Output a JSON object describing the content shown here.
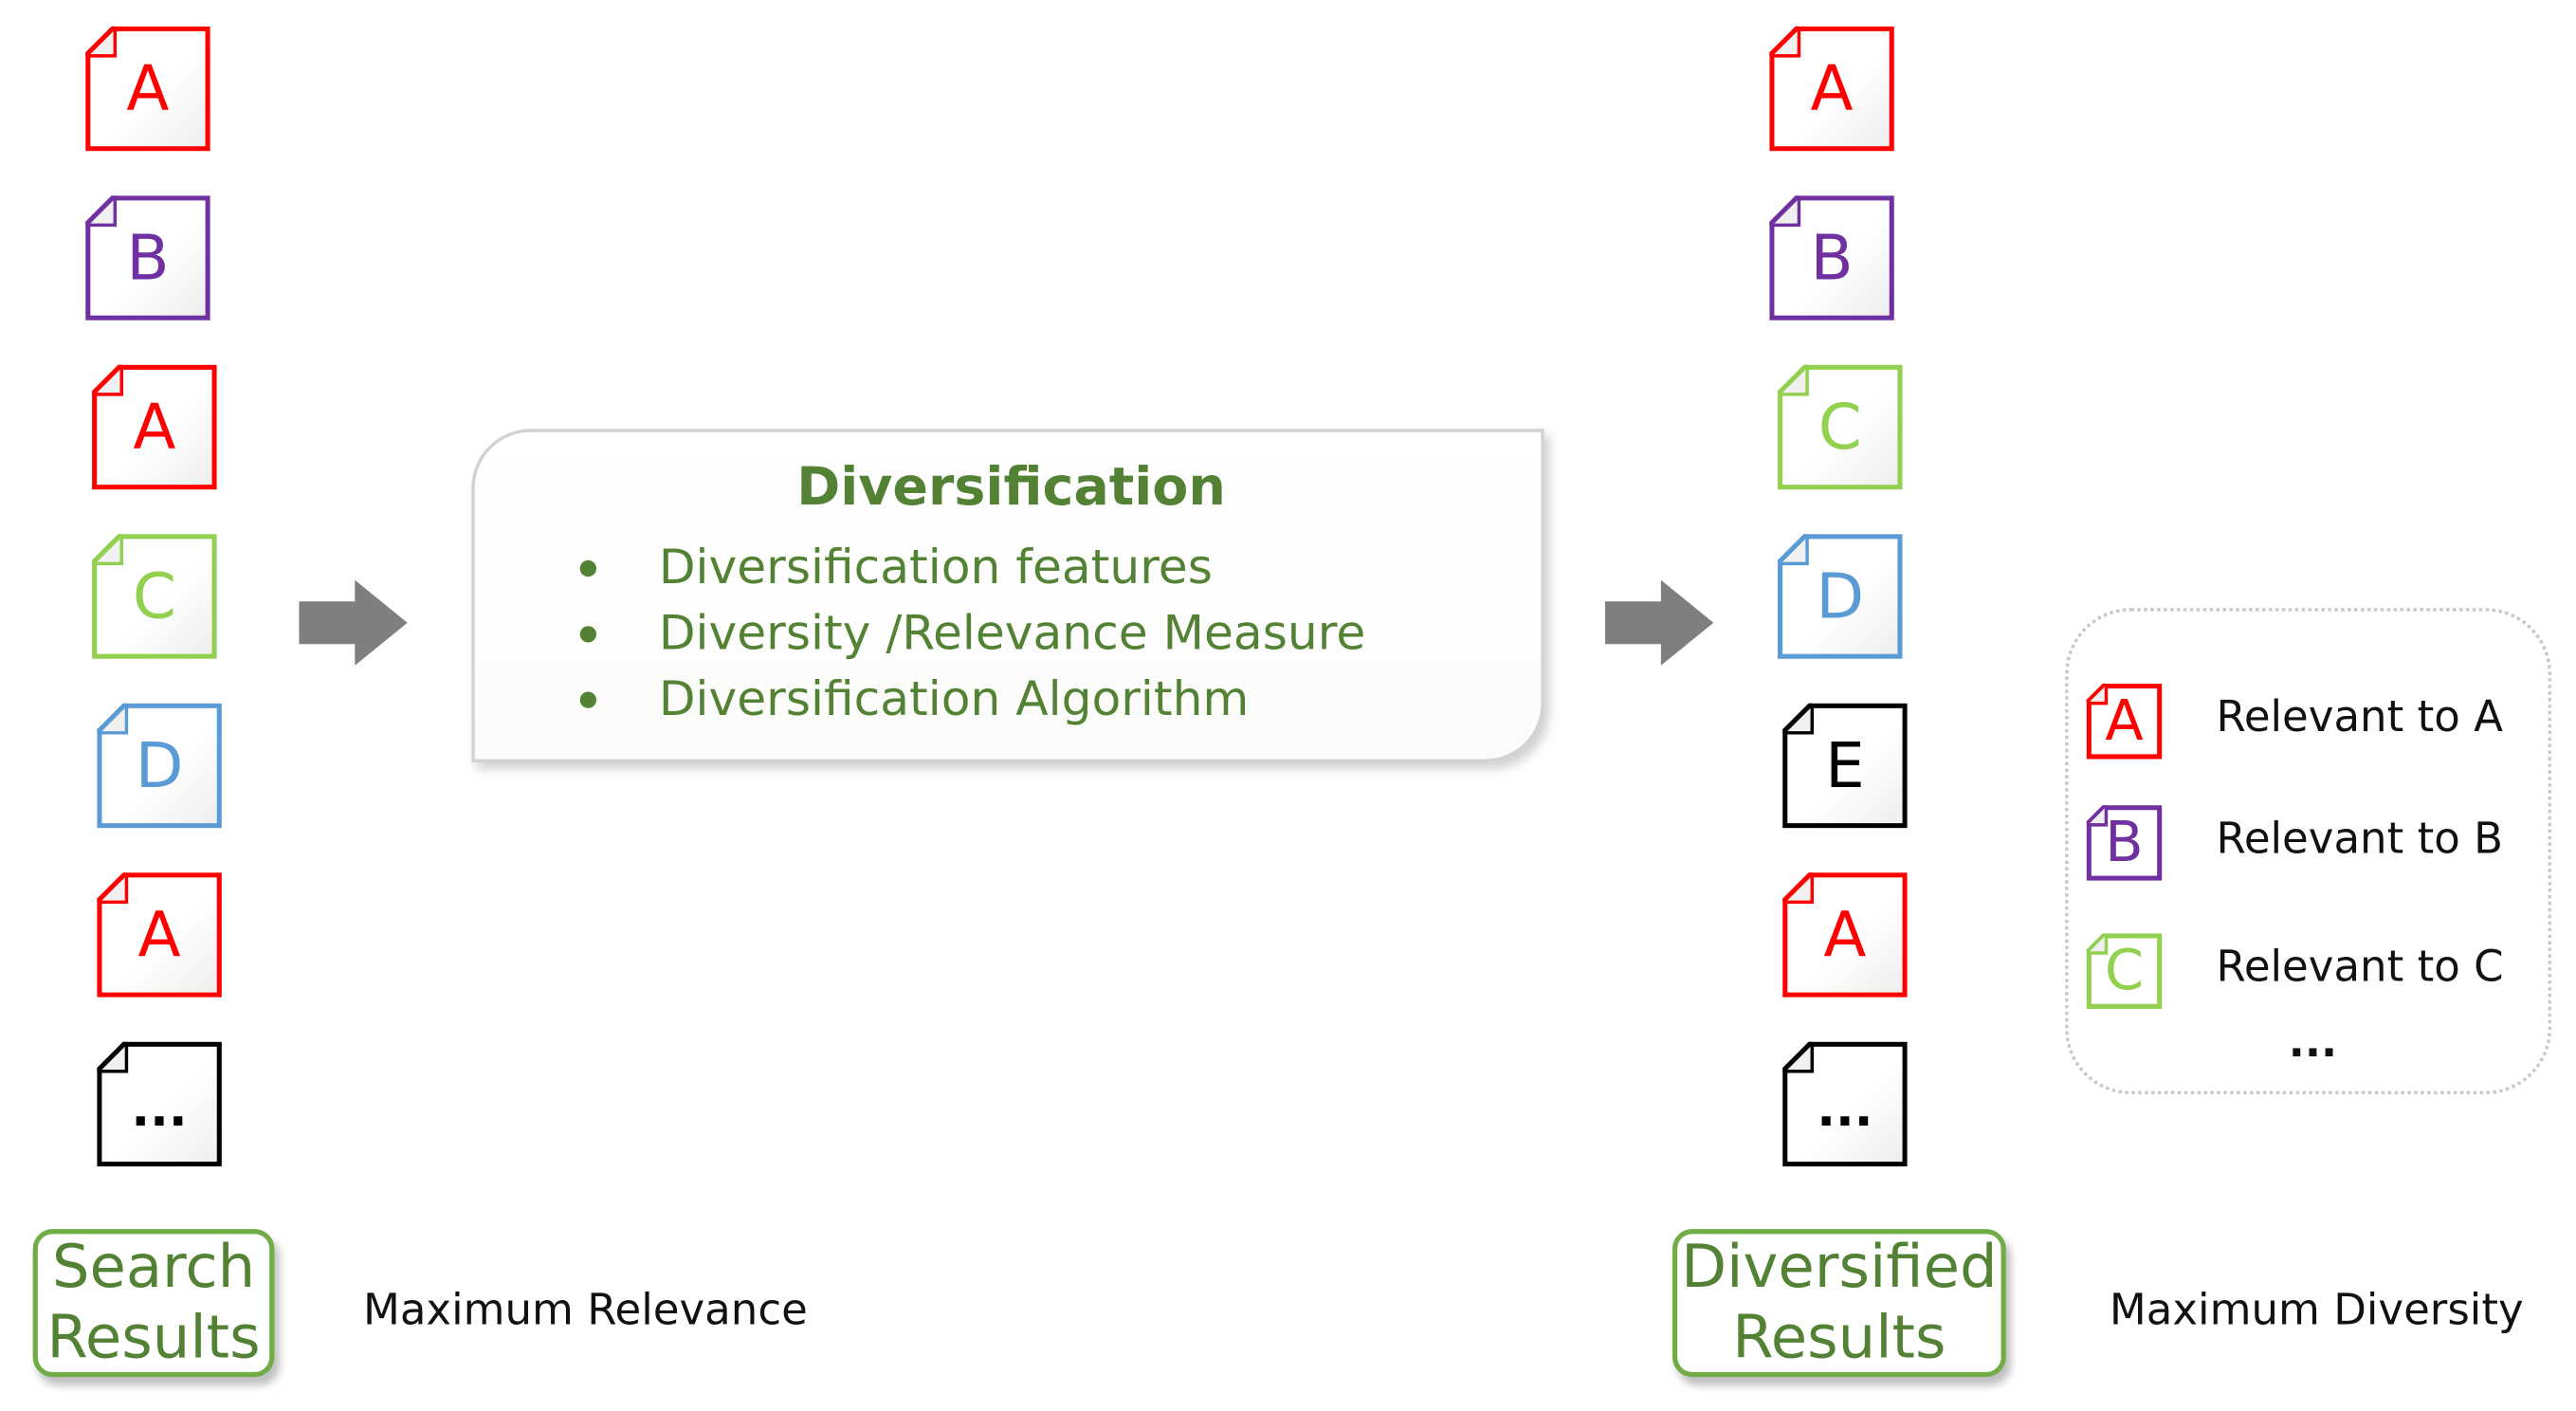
{
  "colors": {
    "A": "#ff0000",
    "B": "#7030a0",
    "C": "#92d050",
    "D": "#5b9bd5",
    "E": "#000000",
    "other": "#000000",
    "green_text": "#548235",
    "green_border": "#70ad47",
    "arrow": "#7f7f7f"
  },
  "search_results": {
    "docs": [
      "A",
      "B",
      "A",
      "C",
      "D",
      "A",
      "..."
    ],
    "label_line1": "Search",
    "label_line2": "Results",
    "caption": "Maximum Relevance"
  },
  "process": {
    "title": "Diversification",
    "items": [
      "Diversification features",
      "Diversity /Relevance Measure",
      "Diversification Algorithm"
    ]
  },
  "diversified_results": {
    "docs": [
      "A",
      "B",
      "C",
      "D",
      "E",
      "A",
      "..."
    ],
    "label_line1": "Diversified",
    "label_line2": "Results",
    "caption": "Maximum Diversity"
  },
  "legend": {
    "items": [
      {
        "letter": "A",
        "text": "Relevant to A"
      },
      {
        "letter": "B",
        "text": "Relevant to B"
      },
      {
        "letter": "C",
        "text": "Relevant to C"
      }
    ],
    "more": "..."
  },
  "icons": {
    "document": "document-page-icon",
    "arrow": "right-arrow-icon"
  }
}
